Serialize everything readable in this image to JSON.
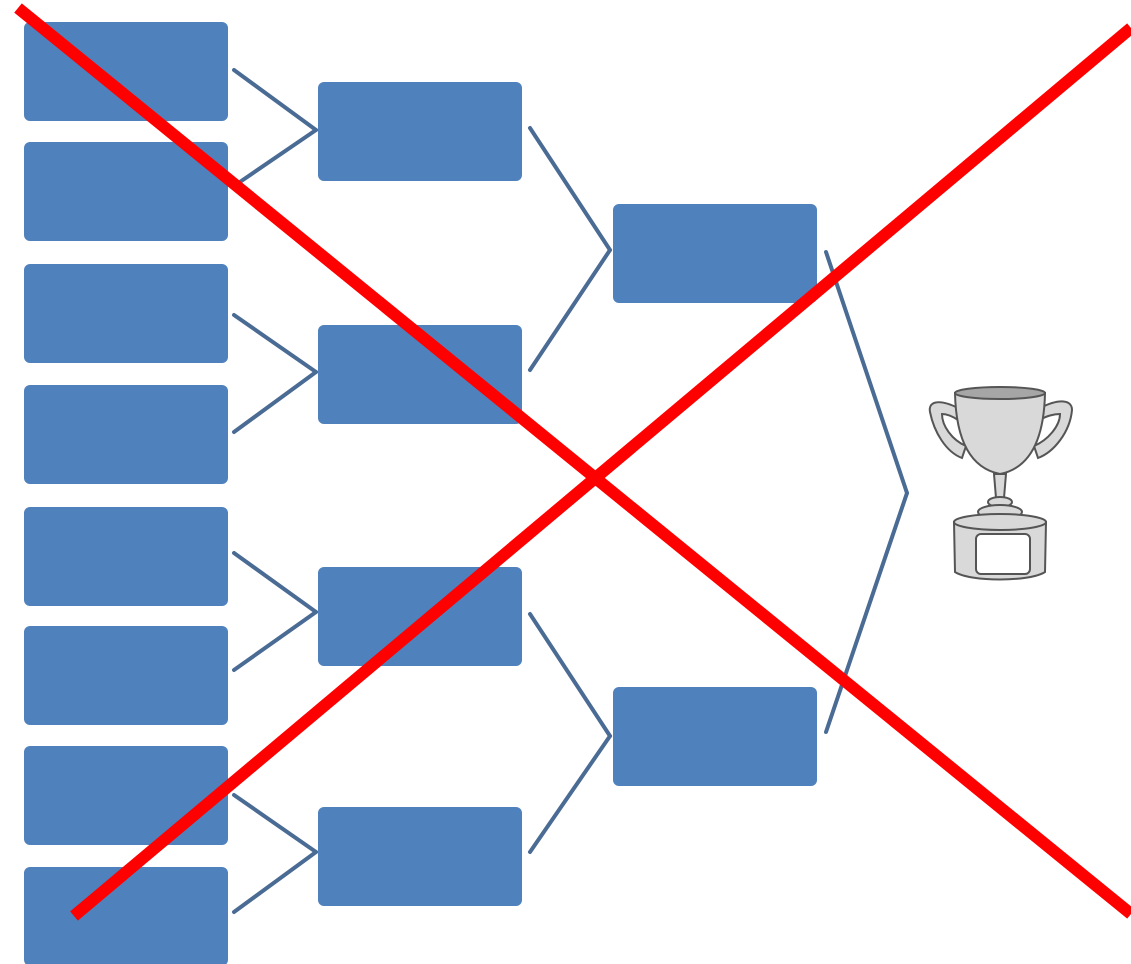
{
  "diagram": {
    "type": "tournament-bracket",
    "rounds": [
      {
        "slots": 8
      },
      {
        "slots": 4
      },
      {
        "slots": 2
      }
    ],
    "trophy_icon": "trophy-icon",
    "overlay_icon": "red-x-cross-out-icon",
    "labels": []
  },
  "colors": {
    "background": "#ffffff",
    "slot_fill": "#4f81bd",
    "connector": "#4a6b94",
    "cross": "#ff0000",
    "trophy_fill": "#d9d9d9",
    "trophy_dark": "#a6a6a6",
    "trophy_stroke": "#555555"
  }
}
